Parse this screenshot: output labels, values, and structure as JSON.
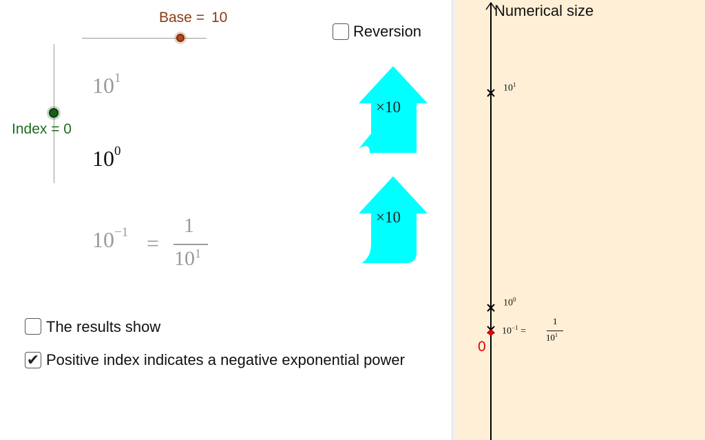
{
  "sliders": {
    "base": {
      "label": "Base =",
      "value": "10"
    },
    "index": {
      "label": "Index = 0"
    }
  },
  "checkboxes": {
    "reversion": {
      "label": "Reversion",
      "checked": false
    },
    "results_show": {
      "label": "The results show",
      "checked": false
    },
    "positive_index": {
      "label": "Positive index indicates a negative exponential power",
      "checked": true,
      "mark": "✔"
    }
  },
  "powers": {
    "one": {
      "base": "10",
      "exp": "1"
    },
    "zero": {
      "base": "10",
      "exp": "0"
    },
    "neg": {
      "base": "10",
      "exp": "−1",
      "equals": "=",
      "num": "1",
      "den_base": "10",
      "den_exp": "1"
    }
  },
  "arrows": {
    "top": {
      "label": "×10",
      "icon": "up-arrow-icon"
    },
    "bottom": {
      "label": "×10",
      "icon": "up-arrow-icon"
    }
  },
  "number_line": {
    "title": "Numerical size",
    "zero_label": "0",
    "tick_one": {
      "base": "10",
      "exp": "1"
    },
    "tick_zero": {
      "base": "10",
      "exp": "0"
    },
    "tick_neg": {
      "base": "10",
      "exp": "−1",
      "equals": "=",
      "num": "1",
      "den_base": "10",
      "den_exp": "1"
    }
  },
  "colors": {
    "base_slider": "#8b3a0f",
    "index_slider": "#1e6b1e",
    "arrow_fill": "#00ffff",
    "panel_bg": "#ffefd6",
    "zero_marker": "#e00000"
  }
}
